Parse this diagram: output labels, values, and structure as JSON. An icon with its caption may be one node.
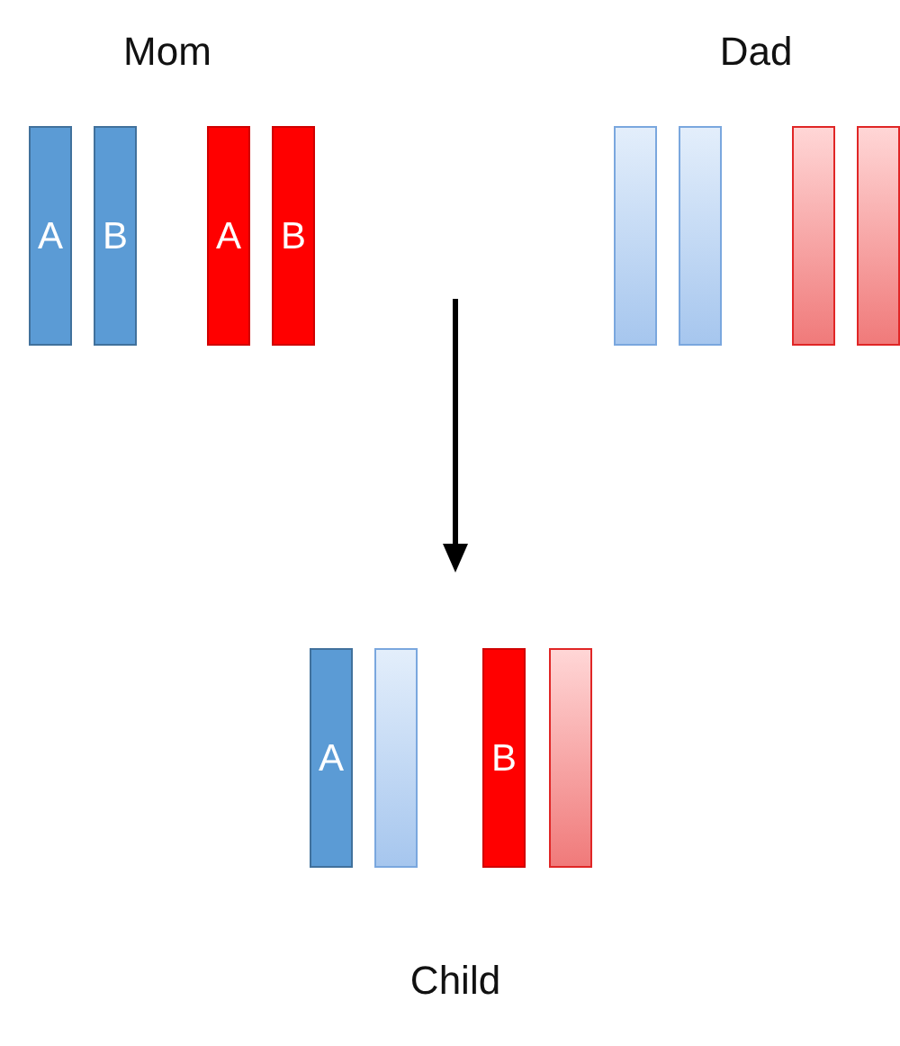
{
  "diagram": {
    "nodes": [
      {
        "text": [
          "A"
        ]
      },
      {
        "text": [
          "B"
        ]
      },
      {
        "text": [
          "A"
        ]
      },
      {
        "text": [
          "B"
        ]
      },
      {
        "text": [],
        "shape": "bar"
      },
      {
        "text": [],
        "shape": "bar"
      },
      {
        "text": [],
        "shape": "bar"
      },
      {
        "text": [],
        "shape": "bar"
      },
      {
        "text": [
          "A"
        ]
      },
      {
        "text": [],
        "shape": "bar"
      },
      {
        "text": [
          "B"
        ]
      },
      {
        "text": [],
        "shape": "bar"
      }
    ],
    "edges": [],
    "labels": [
      "Mom",
      "Dad",
      "Child"
    ]
  }
}
